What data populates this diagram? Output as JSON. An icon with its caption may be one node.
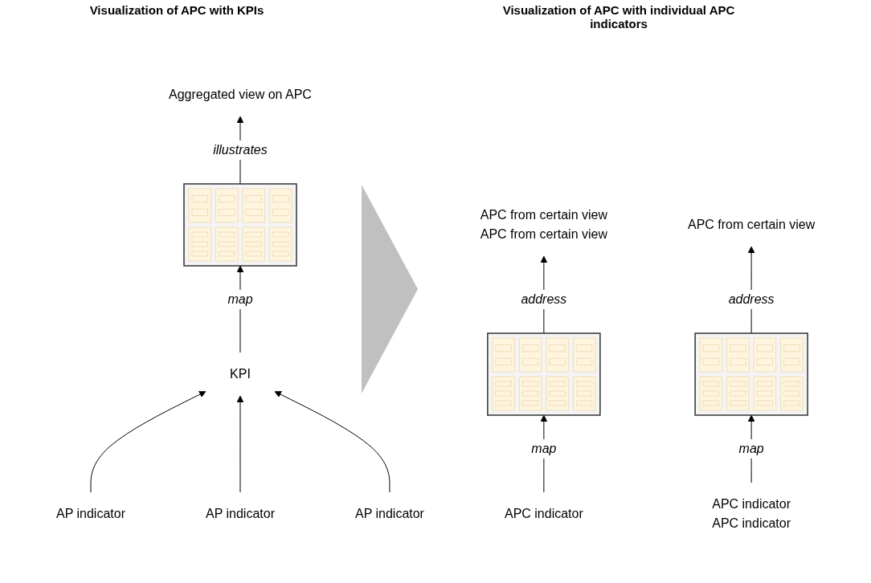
{
  "diagram": {
    "nodes": [
      {
        "text": [
          "Aggregated view on APC"
        ]
      },
      {
        "text": [],
        "shape": "picture"
      },
      {
        "text": [
          "KPI"
        ]
      },
      {
        "text": [
          "AP indicator"
        ]
      },
      {
        "text": [
          "AP indicator"
        ]
      },
      {
        "text": [
          "AP indicator"
        ]
      },
      {
        "text": [
          "APC from certain view",
          "APC from certain view"
        ]
      },
      {
        "text": [],
        "shape": "picture"
      },
      {
        "text": [
          "APC indicator"
        ]
      },
      {
        "text": [
          "APC from certain view"
        ]
      },
      {
        "text": [],
        "shape": "picture"
      },
      {
        "text": [
          "APC indicator",
          "APC indicator"
        ]
      }
    ],
    "edges": [
      {
        "from": 1,
        "to": 0,
        "arrow": "to",
        "label": "illustrates"
      },
      {
        "from": 2,
        "to": 1,
        "arrow": "to",
        "label": "map"
      },
      {
        "from": 3,
        "to": 2,
        "arrow": "to"
      },
      {
        "from": 4,
        "to": 2,
        "arrow": "to"
      },
      {
        "from": 5,
        "to": 2,
        "arrow": "to"
      },
      {
        "from": 7,
        "to": 6,
        "arrow": "to",
        "label": "address"
      },
      {
        "from": 8,
        "to": 7,
        "arrow": "to",
        "label": "map"
      },
      {
        "from": 10,
        "to": 9,
        "arrow": "to",
        "label": "address"
      },
      {
        "from": 11,
        "to": 10,
        "arrow": "to",
        "label": "map"
      }
    ],
    "labels": [
      "Visualization of APC with KPIs",
      "Visualization of APC with individual APC indicators"
    ]
  }
}
